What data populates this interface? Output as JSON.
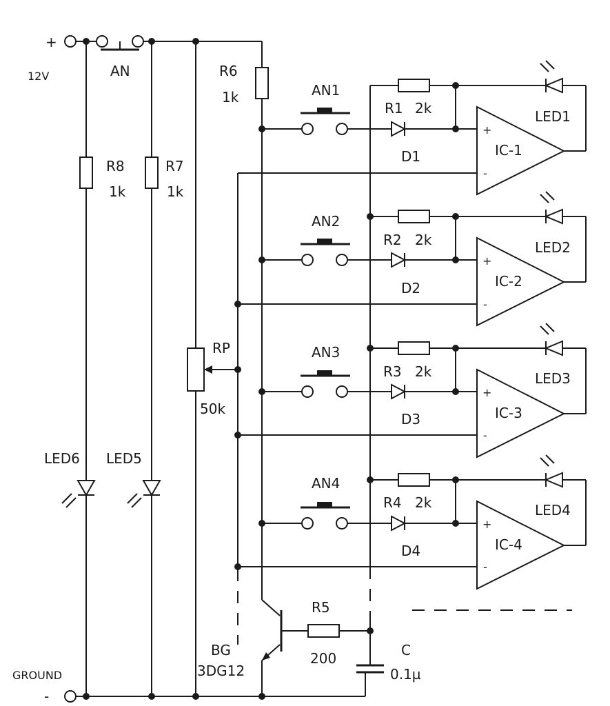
{
  "supply": {
    "plus": "+",
    "voltage": "12V",
    "minus": "-",
    "ground": "GROUND"
  },
  "main_switch": {
    "label": "AN"
  },
  "resistors": {
    "r6": {
      "name": "R6",
      "value": "1k"
    },
    "r7": {
      "name": "R7",
      "value": "1k"
    },
    "r8": {
      "name": "R8",
      "value": "1k"
    },
    "r5": {
      "name": "R5",
      "value": "200"
    }
  },
  "pot": {
    "name": "RP",
    "value": "50k"
  },
  "transistor": {
    "name": "BG",
    "model": "3DG12"
  },
  "capacitor": {
    "name": "C",
    "value": "0.1µ"
  },
  "indicators": {
    "led5": "LED5",
    "led6": "LED6"
  },
  "channels": [
    {
      "button": "AN1",
      "resistor": "R1",
      "rvalue": "2k",
      "diode": "D1",
      "ic": "IC-1",
      "led": "LED1"
    },
    {
      "button": "AN2",
      "resistor": "R2",
      "rvalue": "2k",
      "diode": "D2",
      "ic": "IC-2",
      "led": "LED2"
    },
    {
      "button": "AN3",
      "resistor": "R3",
      "rvalue": "2k",
      "diode": "D3",
      "ic": "IC-3",
      "led": "LED3"
    },
    {
      "button": "AN4",
      "resistor": "R4",
      "rvalue": "2k",
      "diode": "D4",
      "ic": "IC-4",
      "led": "LED4"
    }
  ],
  "opamp_inputs": {
    "plus": "+",
    "minus": "-"
  }
}
